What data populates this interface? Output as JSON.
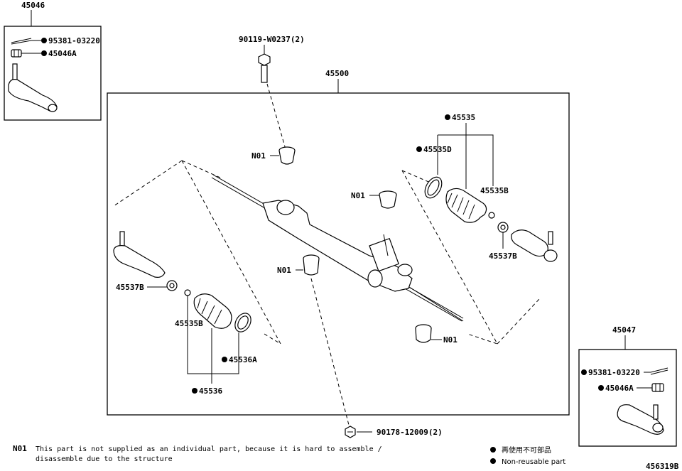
{
  "diagram_id": "456319B",
  "assemblies": {
    "left_tie_rod_end": "45046",
    "right_tie_rod_end": "45047",
    "gear_assembly": "45500"
  },
  "parts": {
    "cotter_pin_left": "95381-03220",
    "nut_left": "45046A",
    "cotter_pin_right": "95381-03220",
    "nut_right": "45046A",
    "bolt_top": "90119-W0237(2)",
    "bolt_bottom": "90178-12009(2)",
    "n01_a": "N01",
    "n01_b": "N01",
    "n01_c": "N01",
    "n01_d": "N01",
    "boot_set_right": "45535",
    "clamp_right": "45535D",
    "clip_right": "45535B",
    "locknut_right": "45537B",
    "locknut_left": "45537B",
    "clip_left": "45535B",
    "clamp_left": "45536A",
    "boot_set_left": "45536"
  },
  "footnote": {
    "code": "N01",
    "line1": "This part is not supplied as an individual part, because it is hard to assemble /",
    "line2": "disassemble due to the structure"
  },
  "legend": {
    "japanese": "再使用不可部品",
    "english": "Non-reusable part"
  }
}
